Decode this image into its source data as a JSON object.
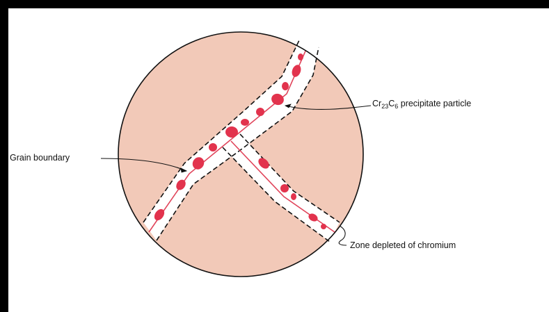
{
  "colors": {
    "page_border": "#000000",
    "background": "#ffffff",
    "grain": "#f2c9b8",
    "depleted_zone": "#ffffff",
    "boundary_line": "#e0445a",
    "precipitate": "#e2334d",
    "outline": "#111111"
  },
  "labels": {
    "precipitate": {
      "prefix": "Cr",
      "sub1": "23",
      "mid": "C",
      "sub2": "6",
      "suffix": " precipitate particle"
    },
    "grain_boundary": "Grain boundary",
    "depleted_zone": "Zone depleted of chromium"
  }
}
